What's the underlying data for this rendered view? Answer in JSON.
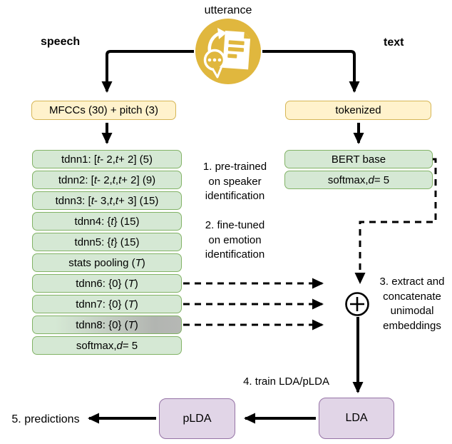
{
  "header": {
    "utterance": "utterance",
    "speech": "speech",
    "text": "text"
  },
  "speech_branch": {
    "input": "MFCCs (30) + pitch (3)",
    "layers": [
      "tdnn1: [*t* - 2, *t* + 2] (5)",
      "tdnn2: [*t* - 2, *t*, *t* + 2] (9)",
      "tdnn3: [*t* - 3, *t*, *t* + 3] (15)",
      "tdnn4: {*t*} (15)",
      "tdnn5: {*t*} (15)",
      "stats pooling (*T*)",
      "tdnn6: {0} (*T*)",
      "tdnn7: {0} (*T*)",
      "tdnn8: {0} (*T*)",
      "softmax, *d* = 5"
    ]
  },
  "text_branch": {
    "input": "tokenized",
    "layers": [
      "BERT base",
      "softmax, *d* = 5"
    ]
  },
  "steps": {
    "step1": "1. pre-trained\non speaker\nidentification",
    "step2": "2. fine-tuned\non emotion\nidentification",
    "step3": "3. extract and\nconcatenate\nunimodal\nembeddings",
    "step4": "4. train LDA/pLDA",
    "step5": "5. predictions"
  },
  "classifiers": {
    "lda": "LDA",
    "plda": "pLDA"
  },
  "icons": {
    "utterance": "utterance-icon (speech bubble + document + arrow)",
    "concatenate": "circled-plus-icon"
  },
  "colors": {
    "input_fill": "#FFF2CC",
    "input_border": "#D6B656",
    "layer_fill": "#D5E8D4",
    "layer_border": "#82B366",
    "classifier_fill": "#E1D5E7",
    "classifier_border": "#9673A6",
    "icon_gold": "#E0B73E",
    "embedding_gray": "#B3B3B3",
    "arrow": "#000000"
  }
}
